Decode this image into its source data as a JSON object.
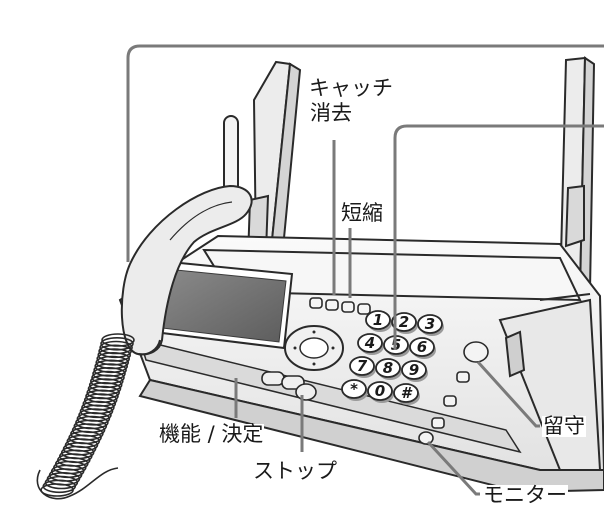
{
  "labels": {
    "catch_delete": [
      "キャッチ",
      "消去"
    ],
    "speed_dial": "短縮",
    "function_ok": "機能 / 決定",
    "stop": "ストップ",
    "answering": "留守",
    "monitor": "モニター"
  },
  "keypad": [
    "1",
    "2",
    "3",
    "4",
    "5",
    "6",
    "7",
    "8",
    "9",
    "*",
    "0",
    "#"
  ],
  "colors": {
    "outline": "#2a2a2a",
    "body": "#f2f2f2",
    "shadow": "#c9c9c9",
    "screen": "#6e6e6e",
    "leader": "#7a7a7a"
  },
  "icons": [
    "handset-icon",
    "antenna-icon",
    "paper-guide-icon",
    "coiled-cord-icon",
    "navigation-dial-icon"
  ]
}
